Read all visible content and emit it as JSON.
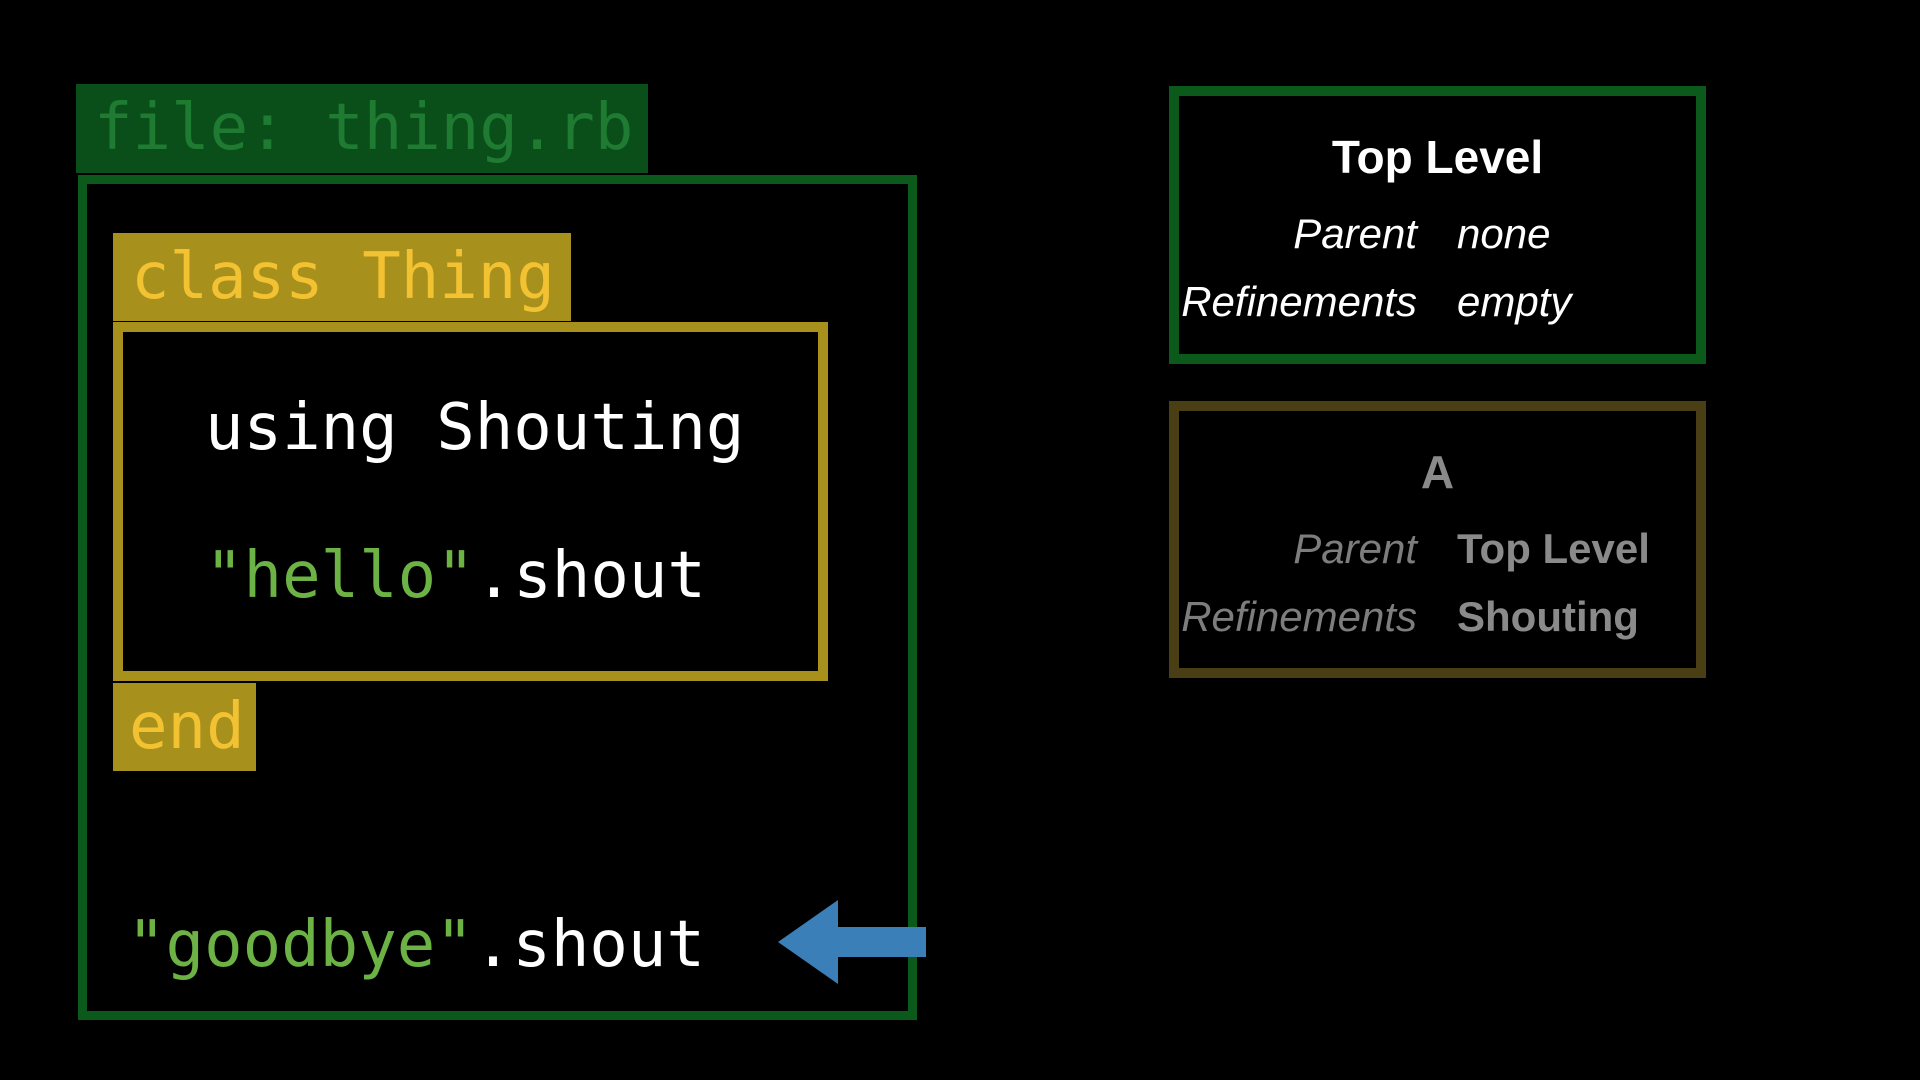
{
  "file": {
    "tab_label": "file: thing.rb"
  },
  "code": {
    "class_header": "class Thing",
    "using_line": "using Shouting",
    "hello_string": "\"hello\"",
    "hello_call": ".shout",
    "class_end": "end",
    "goodbye_string": "\"goodbye\"",
    "goodbye_call": ".shout"
  },
  "scopes": {
    "top_level": {
      "title": "Top Level",
      "parent_label": "Parent",
      "parent_value": "none",
      "refinements_label": "Refinements",
      "refinements_value": "empty"
    },
    "a": {
      "title": "A",
      "parent_label": "Parent",
      "parent_value": "Top Level",
      "refinements_label": "Refinements",
      "refinements_value": "Shouting"
    }
  },
  "colors": {
    "file_scope": "#0b5a1c",
    "class_scope": "#a8901c",
    "string": "#6cb244",
    "arrow": "#3a7fb8",
    "inactive_panel": "#4a3f14"
  },
  "icons": {
    "pointer": "left-arrow-icon"
  }
}
